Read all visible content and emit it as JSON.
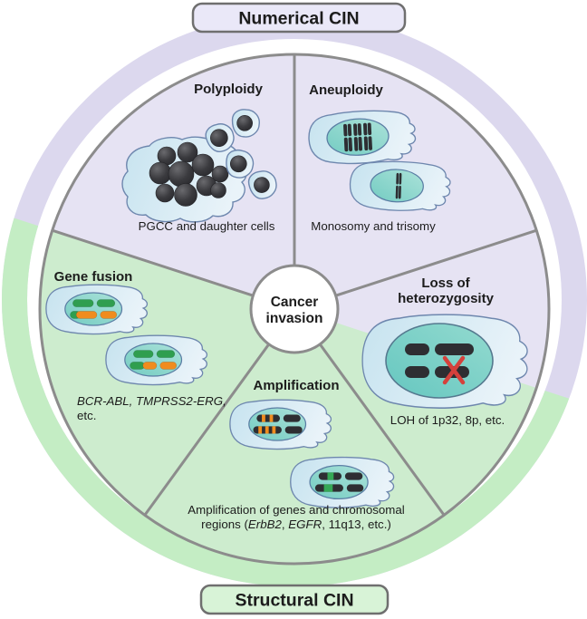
{
  "banners": {
    "top": "Numerical CIN",
    "bottom": "Structural CIN"
  },
  "center": {
    "line1": "Cancer",
    "line2": "invasion"
  },
  "sectors": {
    "polyploidy": {
      "title": "Polyploidy",
      "caption": "PGCC and daughter cells"
    },
    "aneuploidy": {
      "title": "Aneuploidy",
      "caption": "Monosomy and trisomy"
    },
    "loh": {
      "title_line1": "Loss of",
      "title_line2": "heterozygosity",
      "caption": "LOH of 1p32, 8p, etc."
    },
    "amplification": {
      "title": "Amplification",
      "caption_line1": "Amplification of genes and chromosomal",
      "caption_line2": [
        "regions (",
        "ErbB2",
        ", ",
        "EGFR",
        ", 11q13, etc.)"
      ]
    },
    "gene_fusion": {
      "title": "Gene fusion",
      "caption_line1": "BCR-ABL, TMPRSS2-ERG,",
      "caption_line2": "etc."
    }
  },
  "icons": {
    "loh_deletion_cross": "red-x-mark"
  },
  "colors": {
    "numerical_sector": "#e6e3f3",
    "structural_sector": "#cdecce",
    "numerical_ring": "#dcd8ee",
    "structural_ring": "#c4edc4",
    "banner_numerical_fill": "#eae8f8",
    "banner_structural_fill": "#d8f3d7",
    "banner_border": "#6f6f6f",
    "outline_gray": "#8c8c8c",
    "chromosome_dark": "#2e2e32",
    "fusion_green": "#2f9e4f",
    "fusion_orange": "#f08c1e",
    "loh_x_red": "#d5413c",
    "center_fill": "#ffffff"
  }
}
